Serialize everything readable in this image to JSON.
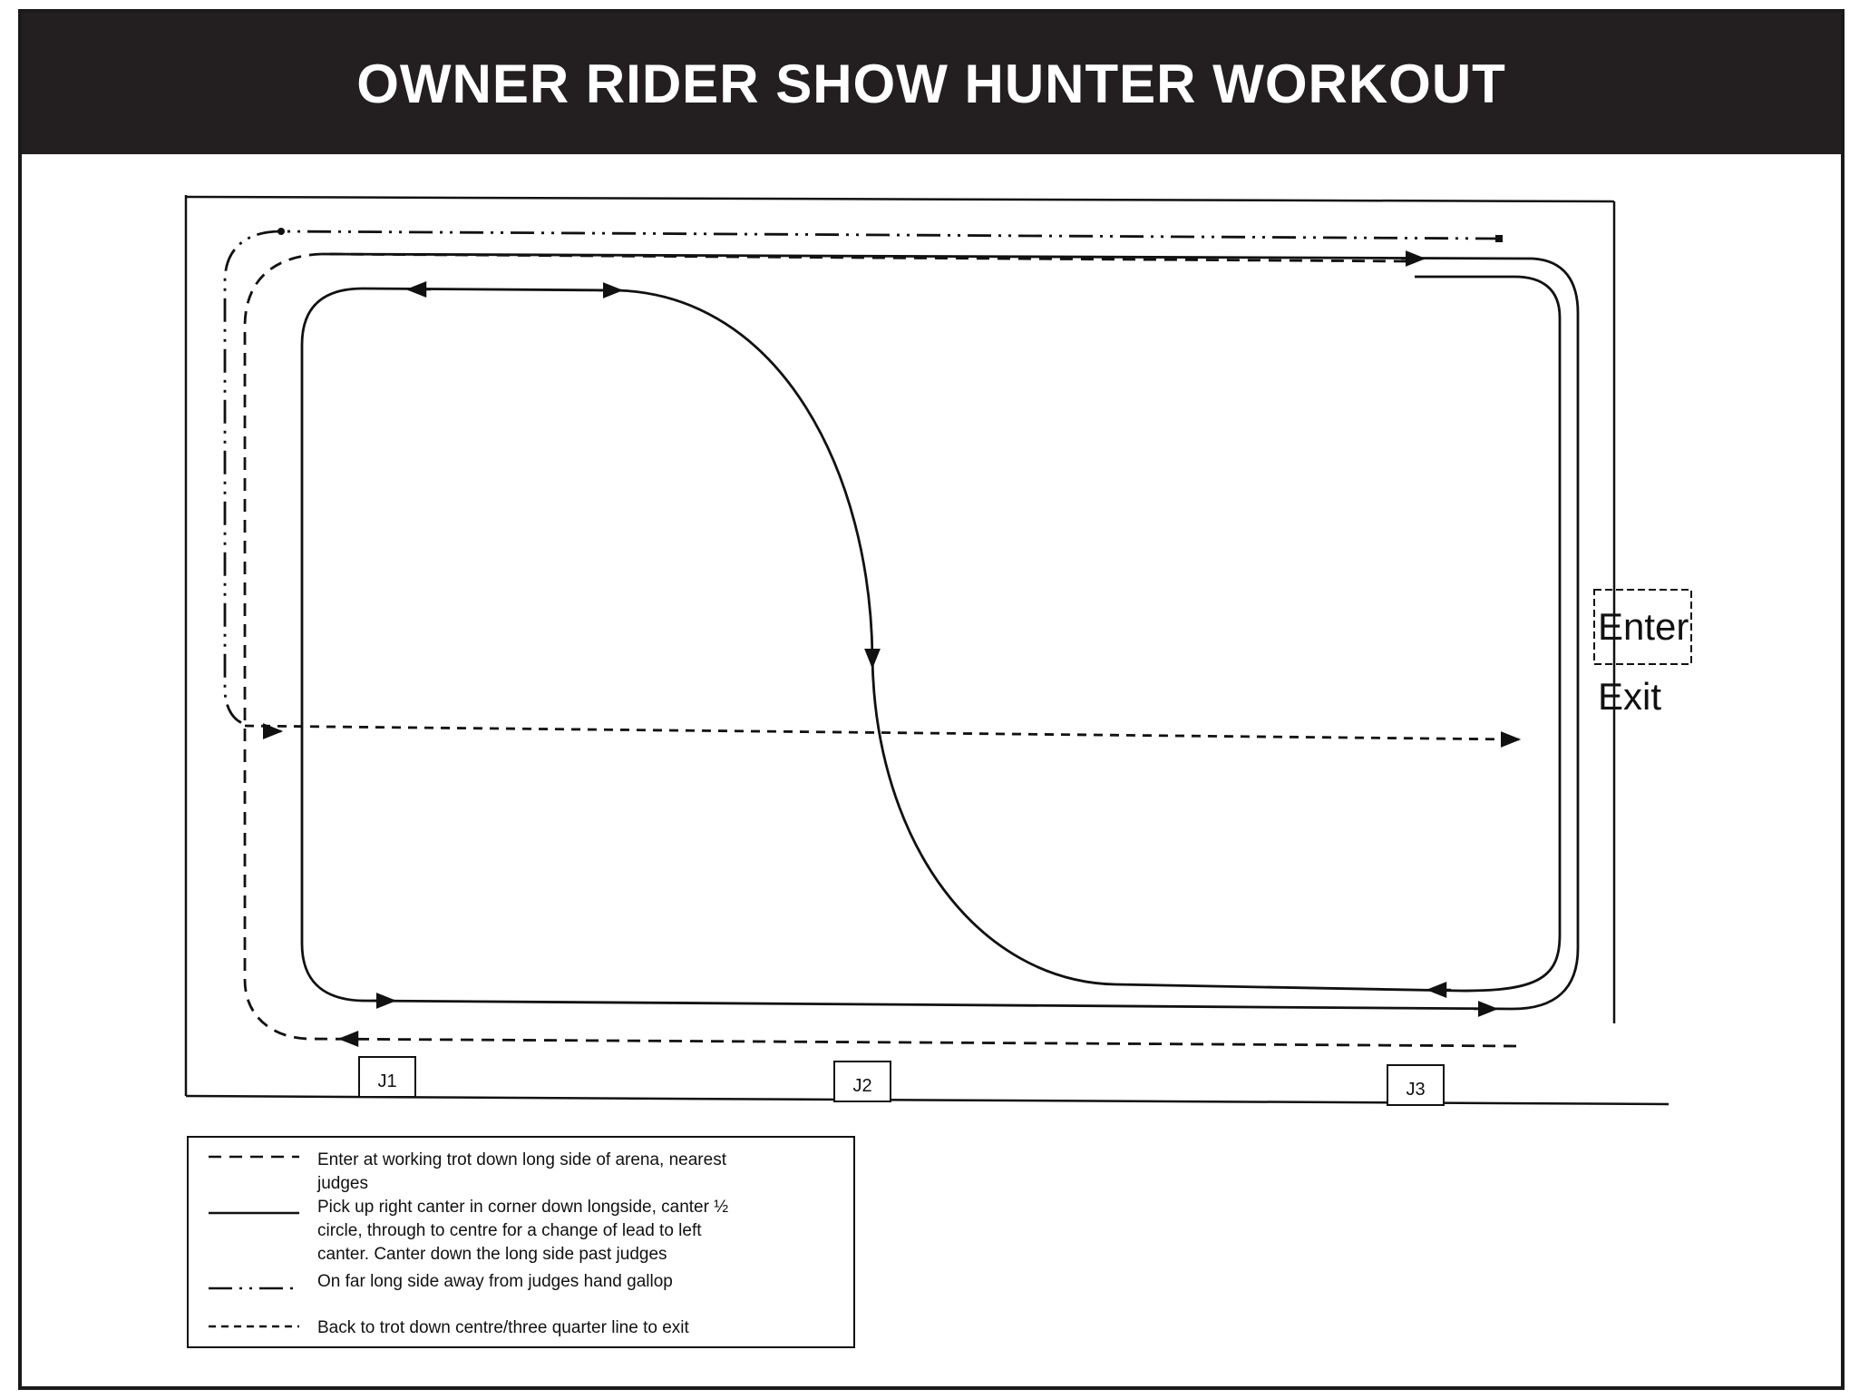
{
  "title": "OWNER RIDER SHOW HUNTER WORKOUT",
  "arena": {
    "enter_label": "Enter",
    "exit_label": "Exit",
    "judges": [
      "J1",
      "J2",
      "J3"
    ]
  },
  "legend": [
    {
      "style": "long-dash",
      "lines": [
        "Enter at  working trot down long side of arena, nearest",
        "judges"
      ]
    },
    {
      "style": "solid",
      "lines": [
        "Pick up right canter in corner down longside, canter ½",
        "circle, through to centre for a change of lead to left",
        "canter. Canter down the long side past judges"
      ]
    },
    {
      "style": "dash-dot",
      "lines": [
        "On far long side away from judges hand gallop"
      ]
    },
    {
      "style": "short-dash",
      "lines": [
        "Back to trot  down centre/three quarter line to exit"
      ]
    }
  ],
  "colors": {
    "title_bg": "#231f20",
    "title_text": "#ffffff",
    "ink": "#111111"
  }
}
